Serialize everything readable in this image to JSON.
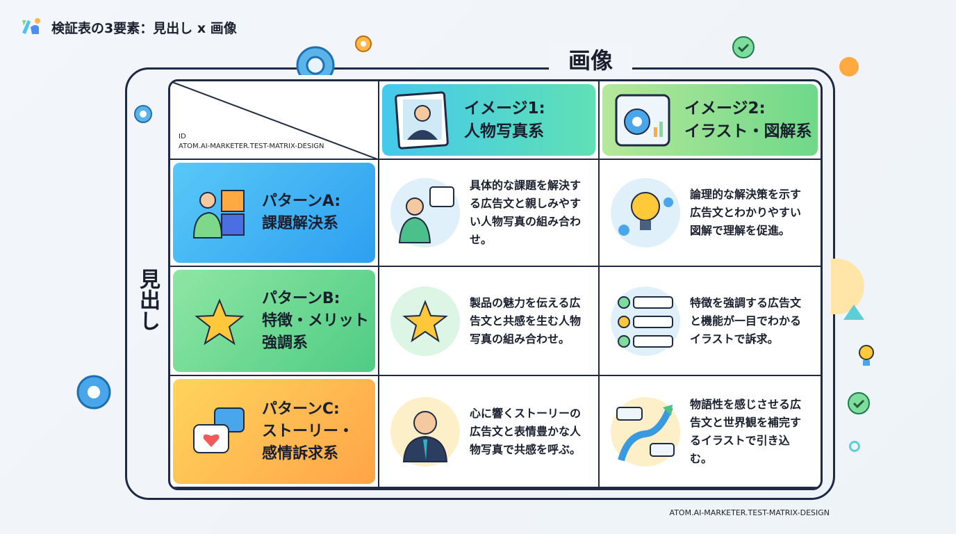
{
  "header": {
    "title": "検証表の3要素：見出し x 画像"
  },
  "axes": {
    "image_label": "画像",
    "headline_label": "見出し"
  },
  "corner": {
    "id_label": "ID",
    "id_value": "ATOM.AI-MARKETER.TEST-MATRIX-DESIGN"
  },
  "columns": [
    {
      "title1": "イメージ1:",
      "title2": "人物写真系",
      "icon": "portrait-photo-icon"
    },
    {
      "title1": "イメージ2:",
      "title2": "イラスト・図解系",
      "icon": "gear-chart-icon"
    }
  ],
  "rows": [
    {
      "title1": "パターンA:",
      "title2": "課題解決系",
      "icon": "puzzle-person-icon",
      "cells": [
        "具体的な課題を解決する広告文と親しみやすい人物写真の組み合わせ。",
        "論理的な解決策を示す広告文とわかりやすい図解で理解を促進。"
      ]
    },
    {
      "title1": "パターンB:",
      "title2": "特徴・メリット",
      "title3": "強調系",
      "icon": "star-icon",
      "cells": [
        "製品の魅力を伝える広告文と共感を生む人物写真の組み合わせ。",
        "特徴を強調する広告文と機能が一目でわかるイラストで訴求。"
      ]
    },
    {
      "title1": "パターンC:",
      "title2": "ストーリー・",
      "title3": "感情訴求系",
      "icon": "chat-heart-icon",
      "cells": [
        "心に響くストーリーの広告文と表情豊かな人物写真で共感を呼ぶ。",
        "物語性を感じさせる広告文と世界観を補完するイラストで引き込む。"
      ]
    }
  ],
  "footer": {
    "id": "ATOM.AI-MARKETER.TEST-MATRIX-DESIGN"
  }
}
